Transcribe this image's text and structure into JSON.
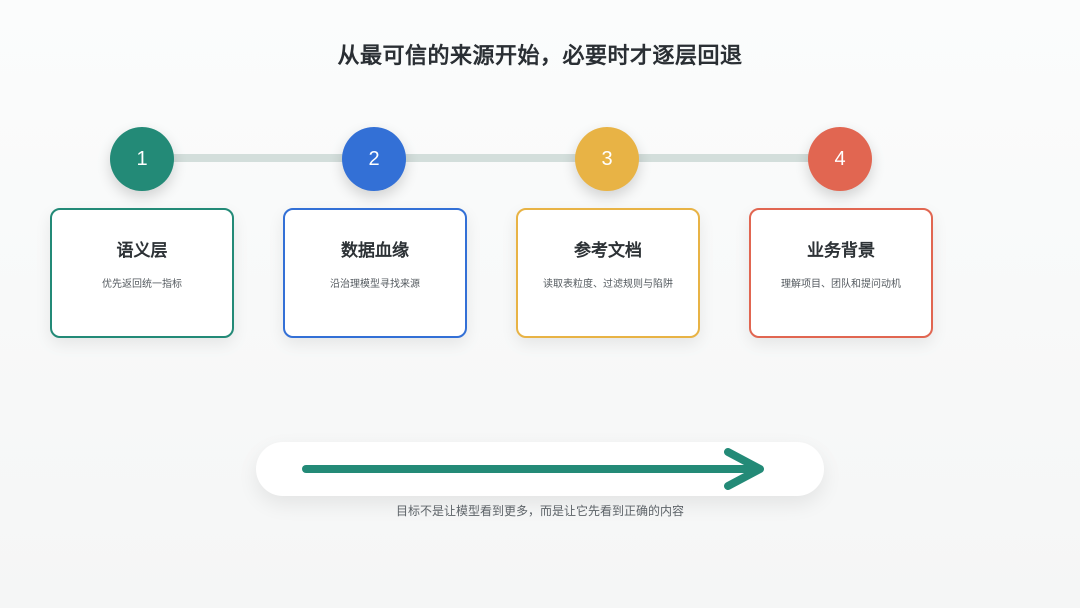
{
  "title": "从最可信的来源开始，必要时才逐层回退",
  "steps": [
    {
      "number": "1",
      "title": "语义层",
      "description": "优先返回统一指标",
      "color": "#238a77"
    },
    {
      "number": "2",
      "title": "数据血缘",
      "description": "沿治理模型寻找来源",
      "color": "#3370d6"
    },
    {
      "number": "3",
      "title": "参考文档",
      "description": "读取表粒度、过滤规则与陷阱",
      "color": "#e8b345"
    },
    {
      "number": "4",
      "title": "业务背景",
      "description": "理解项目、团队和提问动机",
      "color": "#e16651"
    }
  ],
  "arrow_color": "#238a77",
  "caption": "目标不是让模型看到更多，而是让它先看到正确的内容"
}
